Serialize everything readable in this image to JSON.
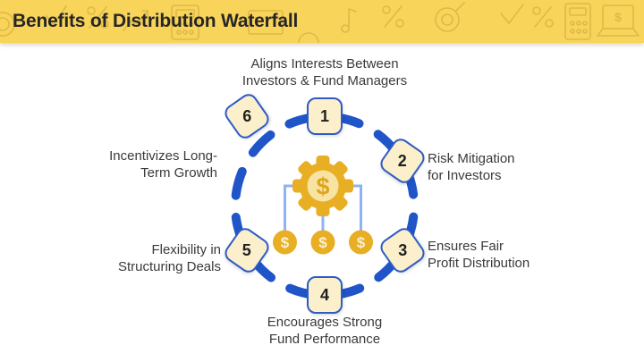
{
  "header": {
    "title": "Benefits of Distribution Waterfall"
  },
  "diagram": {
    "items": [
      {
        "number": "1",
        "label": "Aligns Interests Between\nInvestors & Fund Managers"
      },
      {
        "number": "2",
        "label": "Risk Mitigation\nfor Investors"
      },
      {
        "number": "3",
        "label": "Ensures Fair\nProfit Distribution"
      },
      {
        "number": "4",
        "label": "Encourages Strong\nFund Performance"
      },
      {
        "number": "5",
        "label": "Flexibility in\nStructuring Deals"
      },
      {
        "number": "6",
        "label": "Incentivizes Long-\nTerm Growth"
      }
    ],
    "center": {
      "gear_symbol": "$",
      "coin_symbols": [
        "$",
        "$",
        "$"
      ]
    },
    "colors": {
      "header_yellow": "#F8D45A",
      "title_text": "#262626",
      "ring_blue": "#1F55C8",
      "node_fill": "#FBF0CB",
      "node_border": "#2E5CC5",
      "gold": "#E8AE24",
      "gold_light": "#F7E4A3",
      "connector_blue": "#8FB3F1",
      "label_text": "#3A3A3A"
    }
  }
}
